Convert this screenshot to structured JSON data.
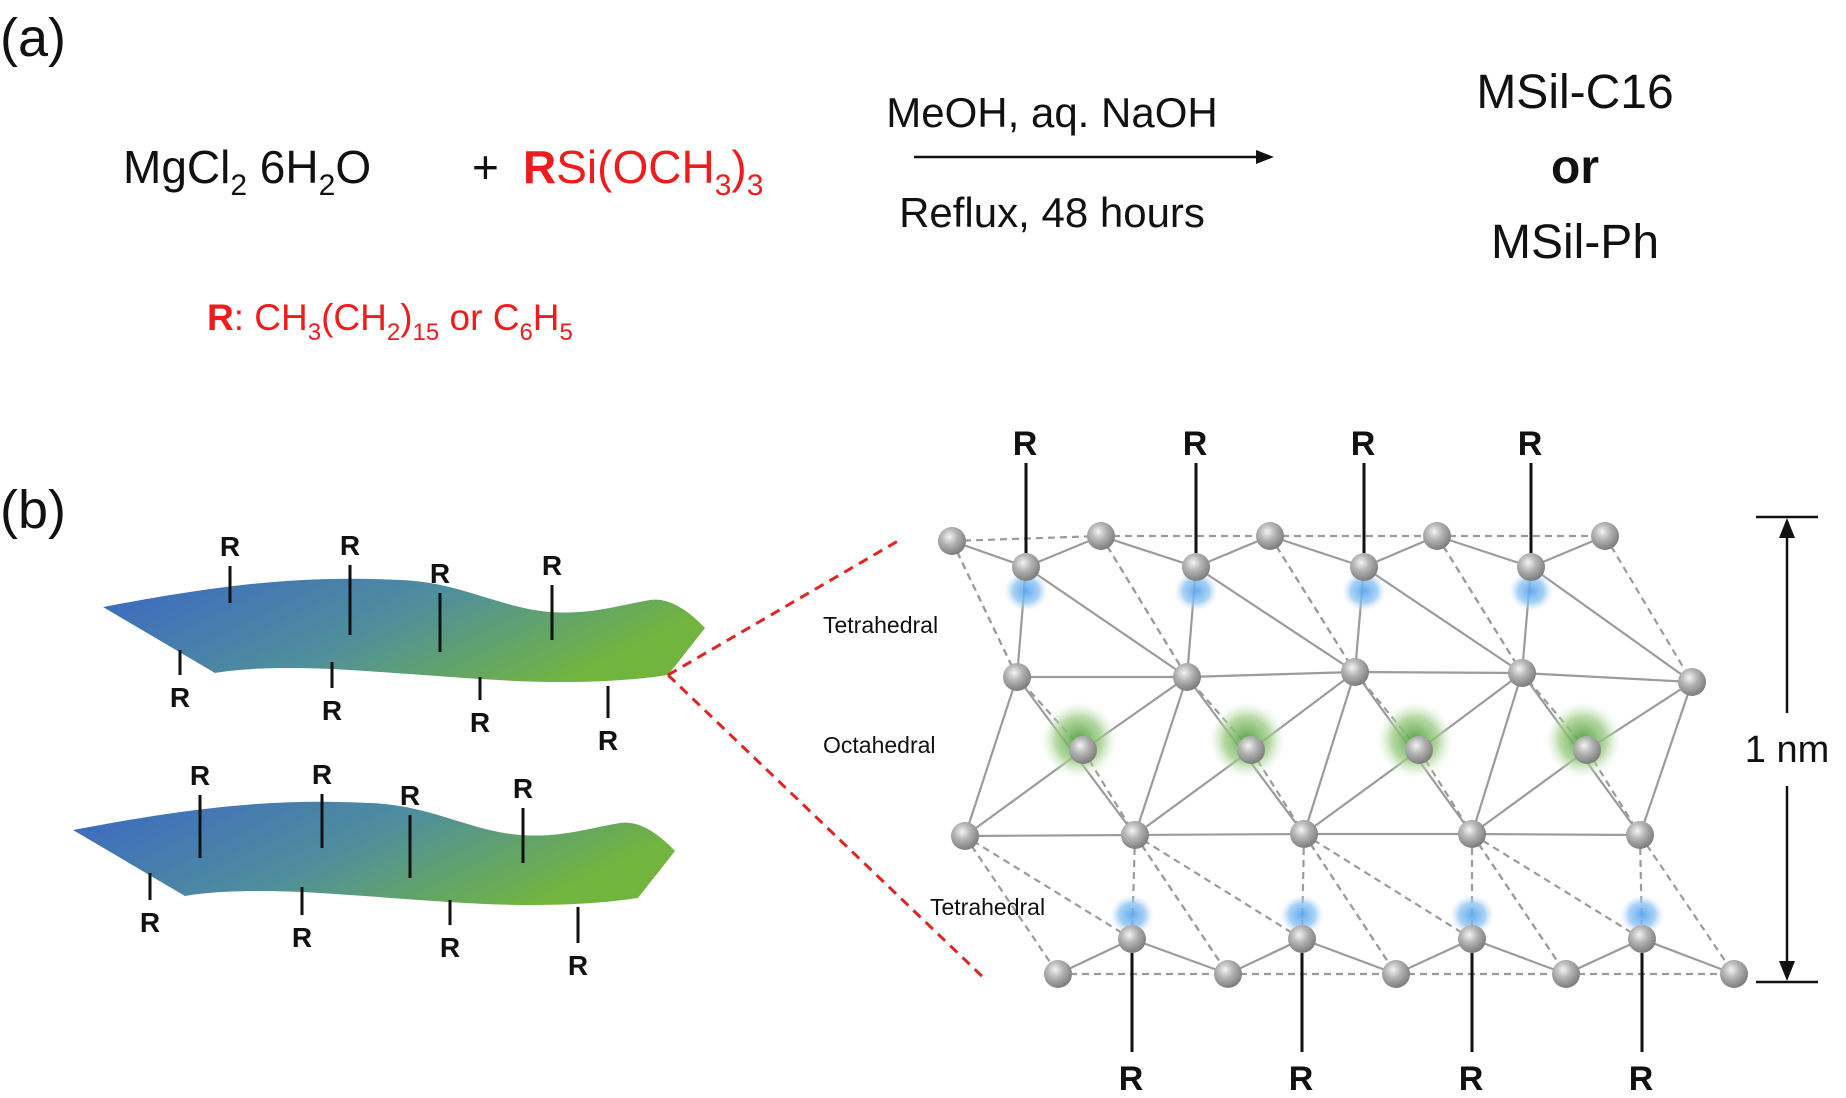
{
  "panel_a": {
    "label": "(a)",
    "reactant_1": {
      "base": "MgCl",
      "sub_1": "2",
      "mid": " 6H",
      "sub_2": "2",
      "tail": "O"
    },
    "plus": "+",
    "reactant_2": {
      "r": "R",
      "base": "Si(OCH",
      "sub": "3",
      "close": ")",
      "sub_2": "3"
    },
    "r_definition": {
      "r": "R",
      "colon": ": CH",
      "sub_1": "3",
      "mid": "(CH",
      "sub_2": "2",
      "close": ")",
      "sub_3": "15",
      "or": " or C",
      "sub_4": "6",
      "h": "H",
      "sub_5": "5"
    },
    "condition_top": "MeOH, aq. NaOH",
    "condition_bottom": "Reflux, 48 hours",
    "product_1": "MSil-C16",
    "product_or": "or",
    "product_2": "MSil-Ph"
  },
  "panel_b": {
    "label": "(b)",
    "r_group": "R",
    "layer_tetrahedral_top": "Tetrahedral",
    "layer_octahedral": "Octahedral",
    "layer_tetrahedral_bottom": "Tetrahedral",
    "scale_label": "1 nm"
  },
  "colors": {
    "text": "#111111",
    "accent_red": "#ee1c1c",
    "sheet_blue": "#3f6fc0",
    "sheet_green": "#6ab04a",
    "atom_grey": "#9a9a9a",
    "si_blue": "#5fa8e8",
    "mg_green": "#5fae4a"
  }
}
